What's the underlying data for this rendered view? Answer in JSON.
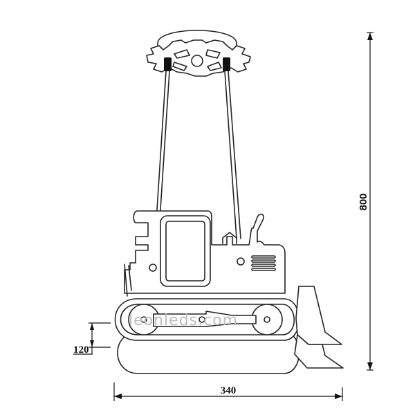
{
  "drawing": {
    "subject": "bulldozer pendant lamp",
    "line_color": "#222222",
    "background": "#ffffff"
  },
  "dimensions": {
    "height": {
      "value": "800",
      "orientation": "vertical"
    },
    "width": {
      "value": "340",
      "orientation": "horizontal"
    },
    "track_height": {
      "value": "120",
      "orientation": "vertical"
    }
  },
  "watermark": {
    "text": "leonleds.com",
    "color": "#bdbdbd"
  }
}
